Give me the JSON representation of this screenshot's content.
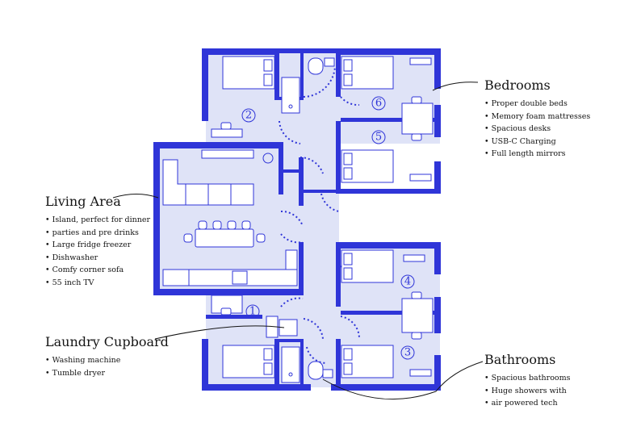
{
  "colors": {
    "wall": "#2f35d8",
    "floor": "#dfe3f7",
    "furniture": "#ffffff",
    "text": "#141414"
  },
  "rooms": [
    {
      "number": "1"
    },
    {
      "number": "2"
    },
    {
      "number": "3"
    },
    {
      "number": "4"
    },
    {
      "number": "5"
    },
    {
      "number": "6"
    }
  ],
  "callouts": {
    "bedrooms": {
      "title": "Bedrooms",
      "items": [
        "Proper double beds",
        "Memory foam mattresses",
        "Spacious desks",
        "USB-C Charging",
        "Full length mirrors"
      ]
    },
    "living": {
      "title": "Living Area",
      "items": [
        "Island, perfect for dinner",
        "parties and pre drinks",
        "Large fridge freezer",
        "Dishwasher",
        "Comfy corner sofa",
        "55 inch TV"
      ]
    },
    "laundry": {
      "title": "Laundry Cupboard",
      "items": [
        "Washing machine",
        "Tumble dryer"
      ]
    },
    "bathrooms": {
      "title": "Bathrooms",
      "items": [
        "Spacious bathrooms",
        "Huge showers with",
        "air powered tech"
      ]
    }
  }
}
